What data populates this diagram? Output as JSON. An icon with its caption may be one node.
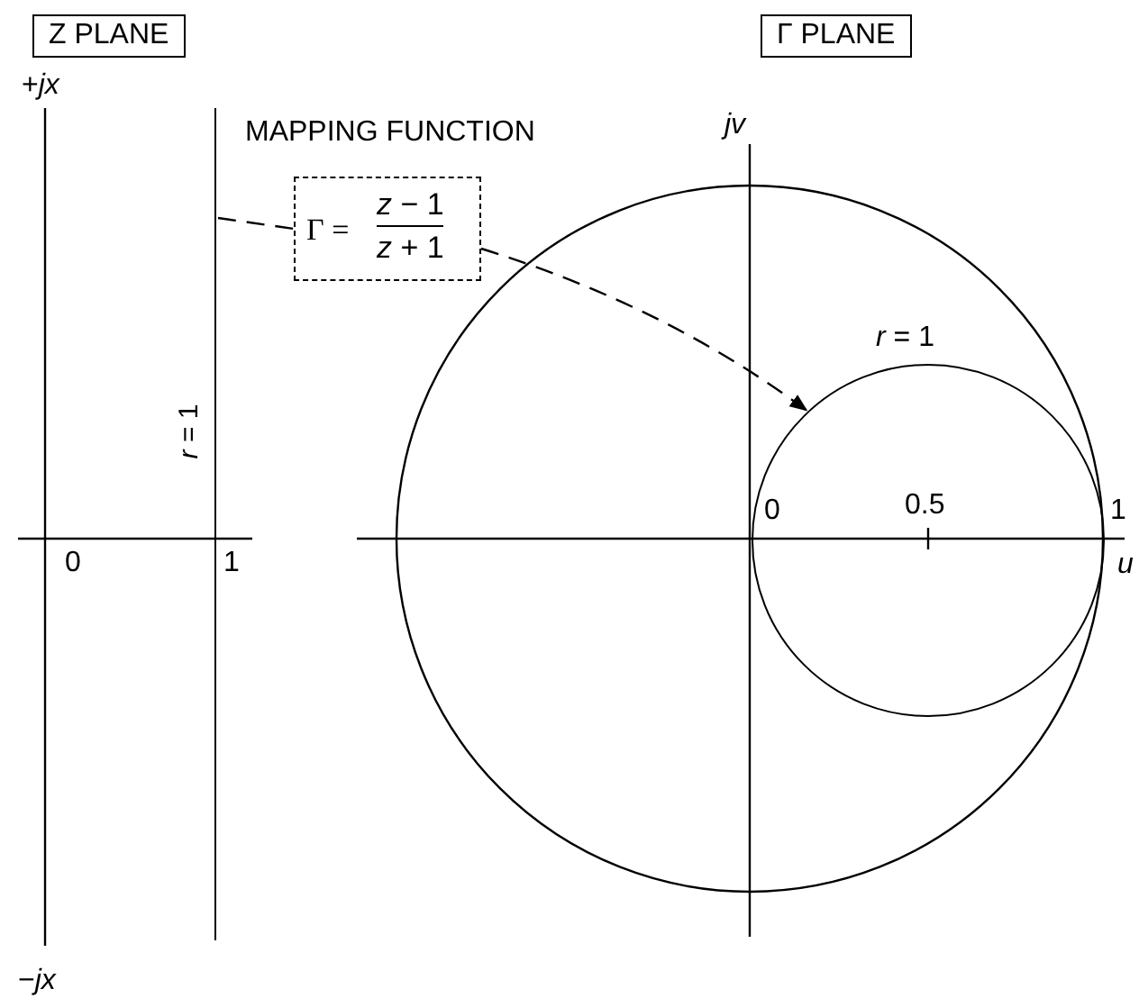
{
  "diagram": {
    "nodes": [
      {
        "text": [
          "Z PLANE"
        ]
      },
      {
        "text": [
          "Γ PLANE"
        ]
      },
      {
        "text": [],
        "shape": "line",
        "beside": [
          "*r* = 1"
        ]
      },
      {
        "text": [
          "MAPPING FUNCTION",
          "Γ =",
          "*z* − 1",
          "*z* + 1"
        ]
      },
      {
        "text": [],
        "shape": "circle",
        "beside": [
          "*r* = 1"
        ]
      }
    ],
    "edges": [
      {
        "from": 2,
        "to": 3,
        "arrow": "none",
        "style": "dashed"
      },
      {
        "from": 3,
        "to": 4,
        "arrow": "to",
        "style": "dashed"
      }
    ],
    "labels": [
      "+*jx*",
      "0",
      "1",
      "−*jx*",
      "*jv*",
      "0",
      "0.5",
      "1",
      "*u*"
    ]
  }
}
